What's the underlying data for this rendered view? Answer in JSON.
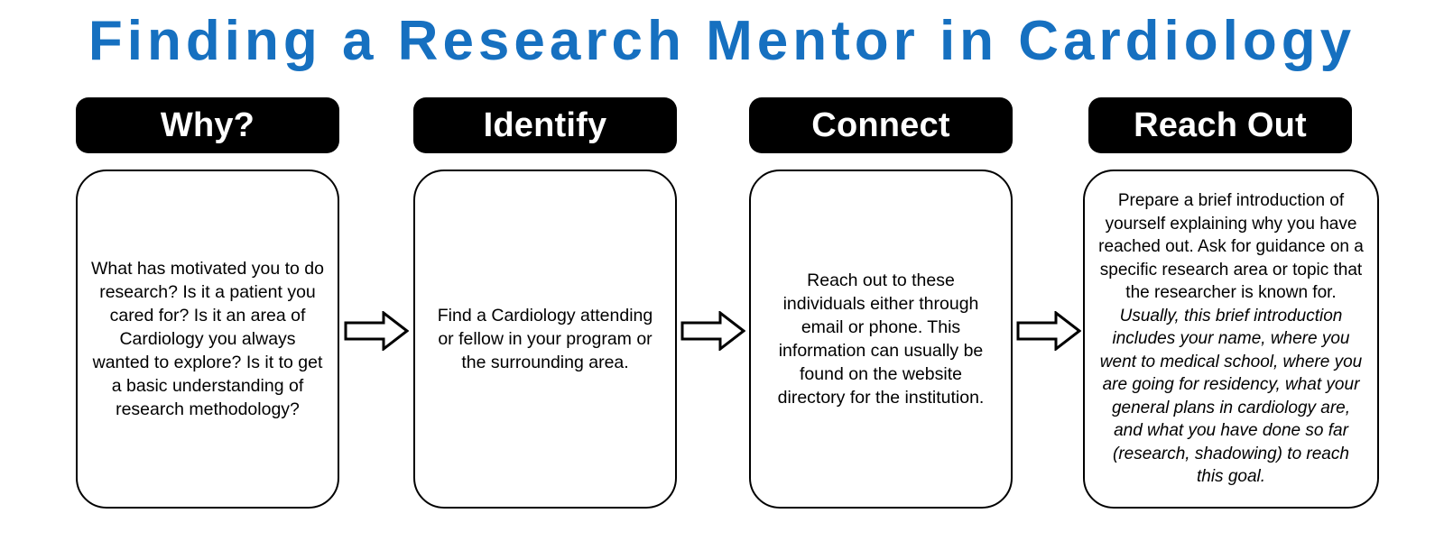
{
  "title": "Finding a Research Mentor in Cardiology",
  "theme": {
    "title_color": "#1670C0",
    "header_background": "#000000",
    "header_text_color": "#FFFFFF",
    "card_border_color": "#000000",
    "card_background": "#FFFFFF",
    "page_background": "#FFFFFF",
    "arrow_fill": "#FFFFFF",
    "arrow_stroke": "#000000"
  },
  "steps": [
    {
      "header": "Why?",
      "body": "What has motivated you to do research? Is it a patient you cared for? Is it an area of Cardiology you always wanted to explore? Is it to get a basic understanding of research methodology?",
      "body_italic": ""
    },
    {
      "header": "Identify",
      "body": "Find a Cardiology attending or fellow in your program or the surrounding area.",
      "body_italic": ""
    },
    {
      "header": "Connect",
      "body": "Reach out to these individuals either through email or phone.  This information can usually be found on the website directory for the institution.",
      "body_italic": ""
    },
    {
      "header": "Reach Out",
      "body": "Prepare a brief introduction of yourself explaining why you have reached out. Ask for guidance on a specific research area or topic that the researcher is known for. ",
      "body_italic": "Usually, this brief introduction includes your name, where you went to medical school, where you are going for residency, what your general plans in cardiology are, and what you have done so far (research, shadowing) to reach this goal."
    }
  ],
  "connectors": [
    {
      "icon": "right-arrow-icon"
    },
    {
      "icon": "right-arrow-icon"
    },
    {
      "icon": "right-arrow-icon"
    }
  ]
}
